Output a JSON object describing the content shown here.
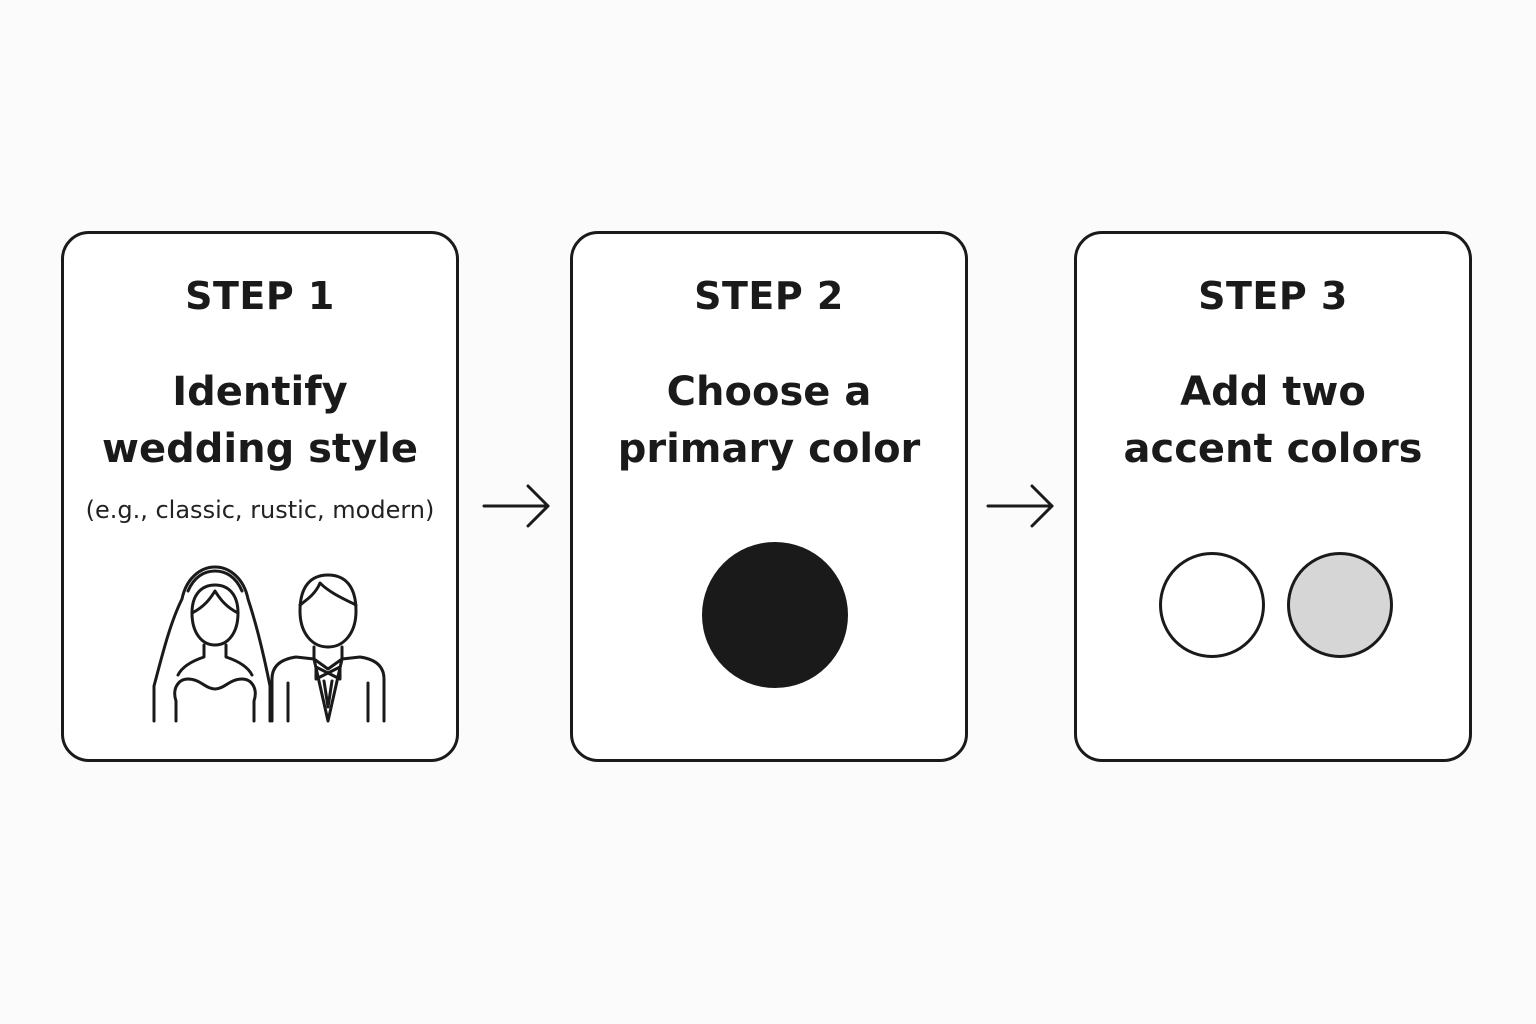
{
  "steps": [
    {
      "label": "STEP 1",
      "title_line1": "Identify",
      "title_line2": "wedding style",
      "subtitle": "(e.g., classic, rustic, modern)",
      "icon": "bride-groom-icon"
    },
    {
      "label": "STEP 2",
      "title_line1": "Choose a",
      "title_line2": "primary color",
      "swatch_color": "#1a1a1a"
    },
    {
      "label": "STEP 3",
      "title_line1": "Add two",
      "title_line2": "accent colors",
      "accent_colors": [
        "#ffffff",
        "#d6d6d6"
      ]
    }
  ],
  "arrow_icon": "arrow-right-icon"
}
